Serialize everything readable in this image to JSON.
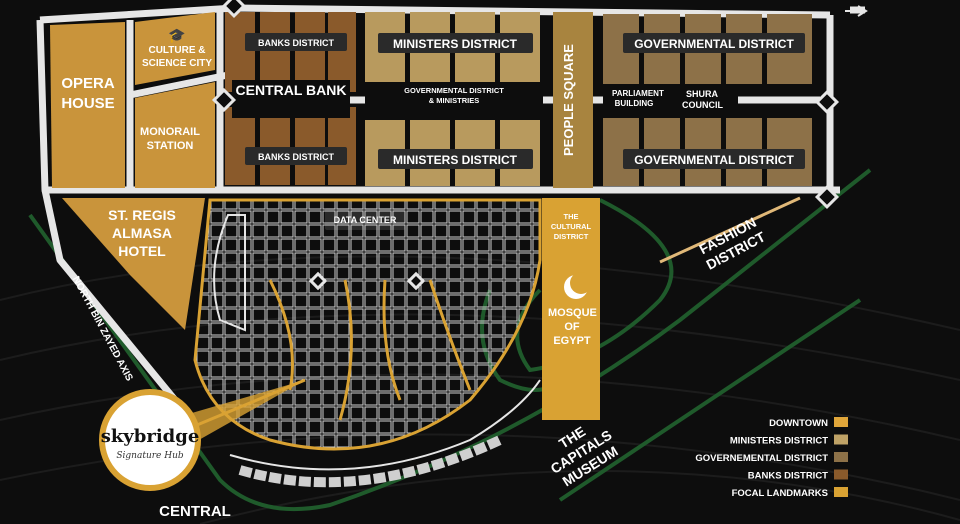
{
  "colors": {
    "background": "#0d0d0d",
    "road": "#e6e6e6",
    "downtown": "#c9943b",
    "ministers": "#b89a5e",
    "governmental": "#8d7148",
    "banks": "#8a5a2b",
    "focal": "#d9a233",
    "green_road": "#1f5a2b",
    "label_box": "#222222"
  },
  "labels": {
    "opera_house": "OPERA HOUSE",
    "culture_science": "CULTURE & SCIENCE CITY",
    "monorail_station": "MONORAIL STATION",
    "st_regis": "ST. REGIS ALMASA HOTEL",
    "banks_district_top": "BANKS DISTRICT",
    "ministers_district_top": "MINISTERS DISTRICT",
    "central_bank": "CENTRAL BANK",
    "gov_district_ministries": "GOVERNMENTAL DISTRICT & MINISTRIES",
    "banks_district_bottom": "BANKS DISTRICT",
    "ministers_district_bottom": "MINISTERS DISTRICT",
    "people_square": "PEOPLE SQUARE",
    "governmental_district_top": "GOVERNMENTAL DISTRICT",
    "parliament_building": "PARLIAMENT BUILDING",
    "shura_council": "SHURA COUNCIL",
    "governmental_district_bottom": "GOVERNMENTAL DISTRICT",
    "data_center": "DATA CENTER",
    "cultural_district": "THE CULTURAL DISTRICT",
    "mosque_of_egypt": "MOSQUE OF EGYPT",
    "fashion_district": "FASHION DISTRICT",
    "north_bin_zayed": "NORTH BIN ZAYED AXIS",
    "capitals_museum": "THE CAPITALS MUSEUM",
    "central_park": "CENTRAL",
    "skybridge": "skybridge",
    "signature_hub": "Signature Hub"
  },
  "legend": [
    {
      "label": "DOWNTOWN",
      "color": "#e0a63a"
    },
    {
      "label": "MINISTERS DISTRICT",
      "color": "#bfa266"
    },
    {
      "label": "GOVERNEMENTAL DISTRICT",
      "color": "#8d7148"
    },
    {
      "label": "BANKS DISTRICT",
      "color": "#8a5a2b"
    },
    {
      "label": "FOCAL LANDMARKS",
      "color": "#d9a233"
    }
  ]
}
